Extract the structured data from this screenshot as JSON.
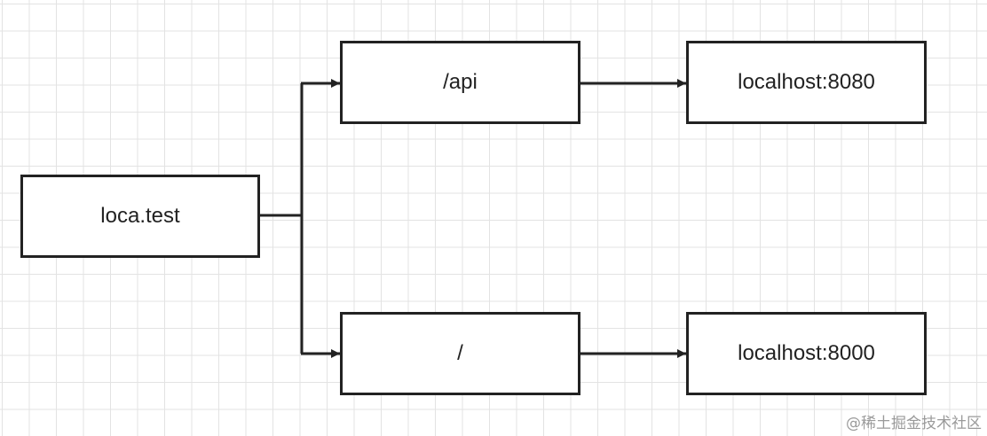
{
  "diagram": {
    "nodes": {
      "source": {
        "label": "loca.test"
      },
      "route_api": {
        "label": "/api"
      },
      "route_root": {
        "label": "/"
      },
      "target_api": {
        "label": "localhost:8080"
      },
      "target_root": {
        "label": "localhost:8000"
      }
    },
    "edges": [
      {
        "from": "source",
        "to": "route_api"
      },
      {
        "from": "source",
        "to": "route_root"
      },
      {
        "from": "route_api",
        "to": "target_api"
      },
      {
        "from": "route_root",
        "to": "target_root"
      }
    ],
    "colors": {
      "stroke": "#222222",
      "grid": "#e3e3e3",
      "background": "#ffffff"
    }
  },
  "watermark": {
    "text": "@稀土掘金技术社区"
  }
}
